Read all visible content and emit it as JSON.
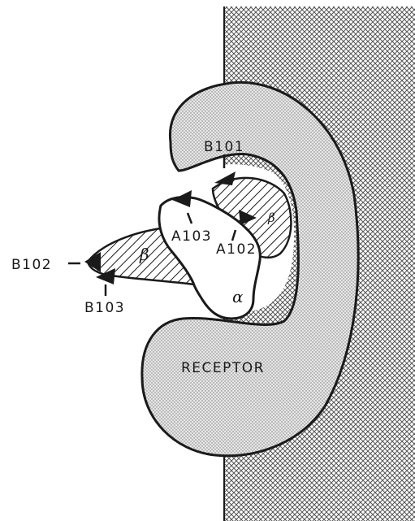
{
  "labels": {
    "b101": "B101",
    "b102": "B102",
    "b103": "B103",
    "a103": "A103",
    "a102": "A102",
    "receptor": "RECEPTOR",
    "alpha": "α",
    "beta_left": "β",
    "beta_right": "β"
  },
  "colors": {
    "outline": "#1a1a1a",
    "fill_receptor": "#d6d6d6",
    "fill_membrane": "#9a9a9a",
    "background": "#ffffff"
  },
  "icons": [
    "crosshatch-pattern",
    "stipple-pattern",
    "diagonal-hatch-pattern",
    "arrowhead-icon"
  ]
}
